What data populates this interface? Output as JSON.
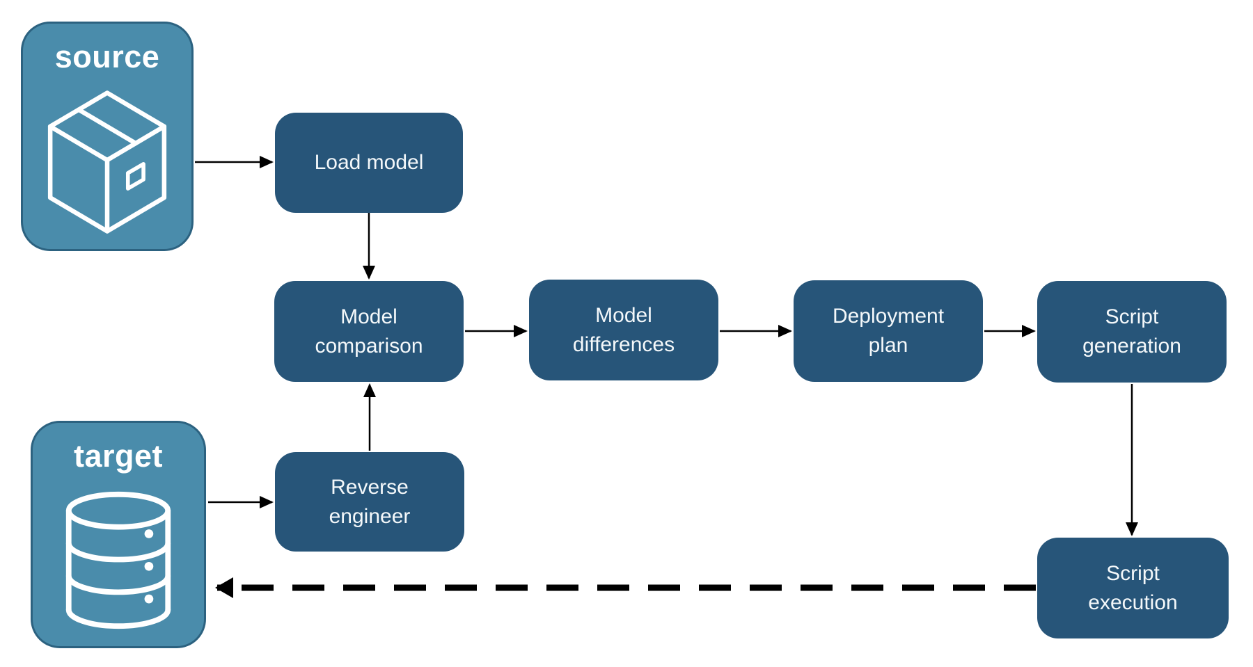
{
  "diagram": {
    "background": "#ffffff",
    "colors": {
      "entity_fill": "#4a8cab",
      "entity_border": "#2c6280",
      "step_fill": "#275579",
      "label_text": "#ffffff",
      "arrow": "#000000"
    },
    "nodes": [
      {
        "id": "source",
        "kind": "entity",
        "label": "source",
        "icon": "package-icon"
      },
      {
        "id": "load-model",
        "kind": "step",
        "label": "Load model"
      },
      {
        "id": "model-comparison",
        "kind": "step",
        "label": "Model\ncomparison"
      },
      {
        "id": "model-differences",
        "kind": "step",
        "label": "Model\ndifferences"
      },
      {
        "id": "deployment-plan",
        "kind": "step",
        "label": "Deployment\nplan"
      },
      {
        "id": "script-generation",
        "kind": "step",
        "label": "Script\ngeneration"
      },
      {
        "id": "target",
        "kind": "entity",
        "label": "target",
        "icon": "database-icon"
      },
      {
        "id": "reverse-engineer",
        "kind": "step",
        "label": "Reverse\nengineer"
      },
      {
        "id": "script-execution",
        "kind": "step",
        "label": "Script\nexecution"
      }
    ],
    "connections": [
      {
        "from": "source",
        "to": "load-model",
        "style": "solid"
      },
      {
        "from": "load-model",
        "to": "model-comparison",
        "style": "solid"
      },
      {
        "from": "model-comparison",
        "to": "model-differences",
        "style": "solid"
      },
      {
        "from": "model-differences",
        "to": "deployment-plan",
        "style": "solid"
      },
      {
        "from": "deployment-plan",
        "to": "script-generation",
        "style": "solid"
      },
      {
        "from": "target",
        "to": "reverse-engineer",
        "style": "solid"
      },
      {
        "from": "reverse-engineer",
        "to": "model-comparison",
        "style": "solid"
      },
      {
        "from": "script-generation",
        "to": "script-execution",
        "style": "solid"
      },
      {
        "from": "script-execution",
        "to": "target",
        "style": "dashed"
      }
    ]
  }
}
